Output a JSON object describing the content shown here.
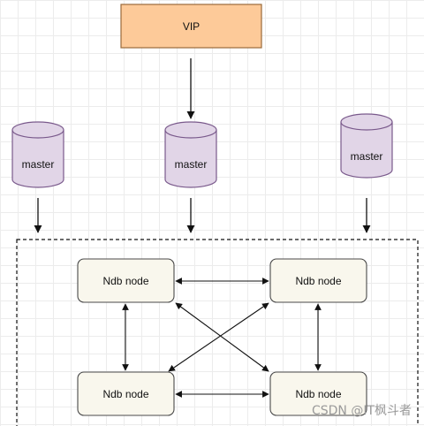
{
  "vip": {
    "label": "VIP",
    "fill": "#fdca99",
    "stroke": "#9a6a3a"
  },
  "masters": [
    {
      "label": "master"
    },
    {
      "label": "master"
    },
    {
      "label": "master"
    }
  ],
  "cylinder_colors": {
    "fill": "#e1d5e7",
    "stroke": "#7a5a8c"
  },
  "ndb_nodes": [
    {
      "label": "Ndb node"
    },
    {
      "label": "Ndb node"
    },
    {
      "label": "Ndb node"
    },
    {
      "label": "Ndb node"
    }
  ],
  "node_colors": {
    "fill": "#f9f7ed",
    "stroke": "#4a4a4a"
  },
  "watermark": "CSDN @IT枫斗者"
}
